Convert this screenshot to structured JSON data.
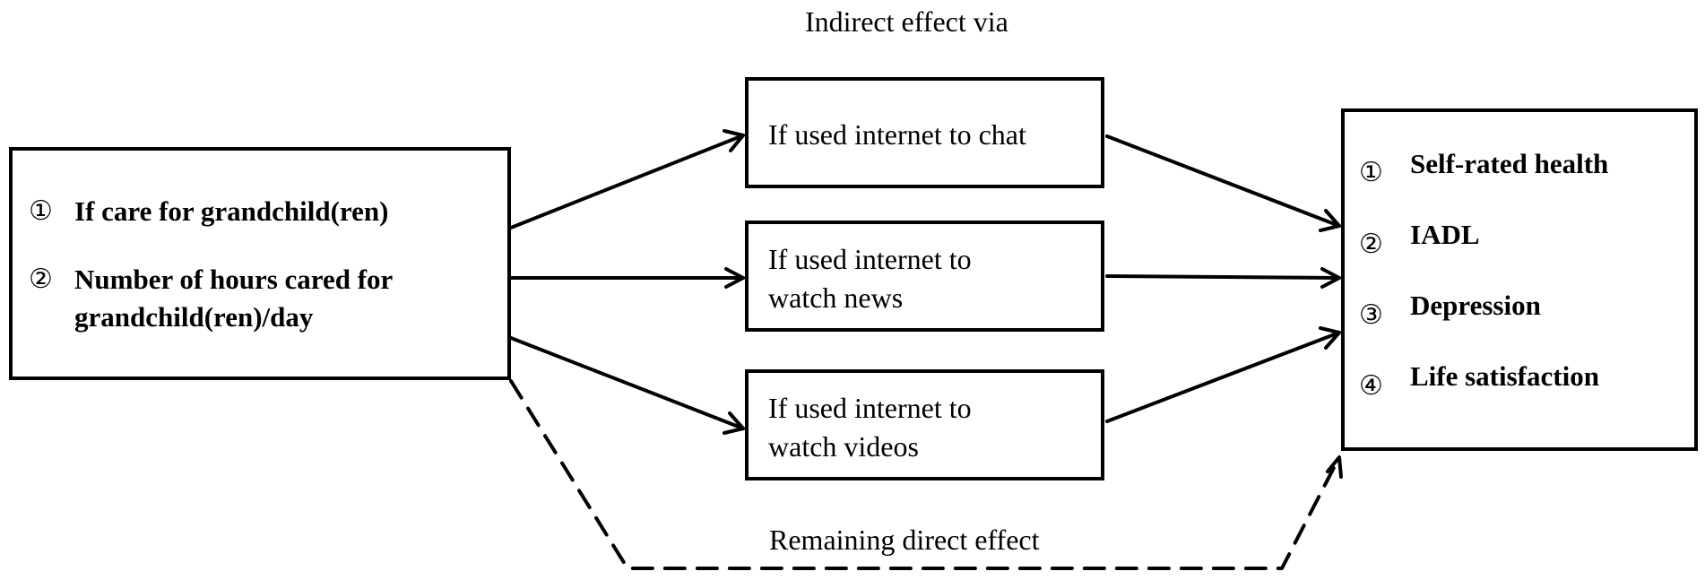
{
  "header": {
    "indirect_label": "Indirect effect via"
  },
  "left_box": {
    "items": [
      {
        "marker": "①",
        "text": "If care for grandchild(ren)"
      },
      {
        "marker": "②",
        "text_line1": "Number of hours cared for",
        "text_line2": "grandchild(ren)/day"
      }
    ]
  },
  "mediators": [
    {
      "line1": "If used internet to chat",
      "line2": ""
    },
    {
      "line1": "If used internet to",
      "line2": "watch news"
    },
    {
      "line1": "If used internet to",
      "line2": "watch videos"
    }
  ],
  "right_box": {
    "items": [
      {
        "marker": "①",
        "text": "Self-rated health"
      },
      {
        "marker": "②",
        "text": "IADL"
      },
      {
        "marker": "③",
        "text": "Depression"
      },
      {
        "marker": "④",
        "text": "Life satisfaction"
      }
    ]
  },
  "footer": {
    "direct_label": "Remaining direct effect"
  }
}
